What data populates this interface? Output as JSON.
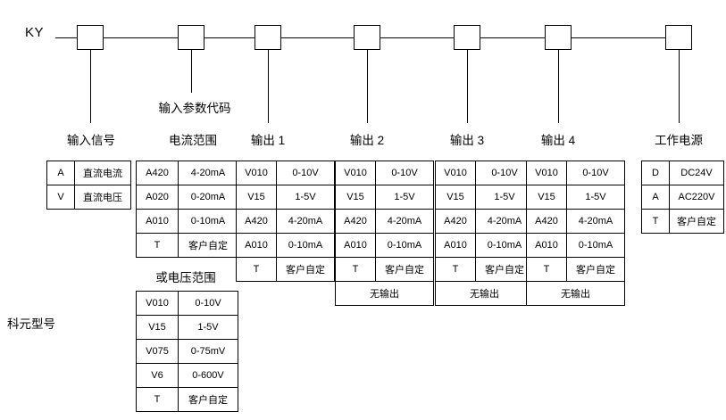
{
  "model": {
    "prefix": "KY",
    "bottom_note": "科元型号"
  },
  "groups": [
    {
      "id": "input-signal",
      "title": "输入信号",
      "rows": [
        [
          "A",
          "直流电流"
        ],
        [
          "V",
          "直流电压"
        ]
      ]
    },
    {
      "id": "input-param-code",
      "title_top": "输入参数代码",
      "title": "电流范围",
      "rows": [
        [
          "A420",
          "4-20mA"
        ],
        [
          "A020",
          "0-20mA"
        ],
        [
          "A010",
          "0-10mA"
        ],
        [
          "T",
          "客户自定"
        ]
      ],
      "sub_title": "或电压范围",
      "sub_rows": [
        [
          "V010",
          "0-10V"
        ],
        [
          "V15",
          "1-5V"
        ],
        [
          "V075",
          "0-75mV"
        ],
        [
          "V6",
          "0-600V"
        ],
        [
          "T",
          "客户自定"
        ]
      ]
    },
    {
      "id": "output-1",
      "title": "输出 1",
      "rows": [
        [
          "V010",
          "0-10V"
        ],
        [
          "V15",
          "1-5V"
        ],
        [
          "A420",
          "4-20mA"
        ],
        [
          "A010",
          "0-10mA"
        ],
        [
          "T",
          "客户自定"
        ]
      ]
    },
    {
      "id": "output-2",
      "title": "输出 2",
      "rows": [
        [
          "V010",
          "0-10V"
        ],
        [
          "V15",
          "1-5V"
        ],
        [
          "A420",
          "4-20mA"
        ],
        [
          "A010",
          "0-10mA"
        ],
        [
          "T",
          "客户自定"
        ]
      ],
      "span_row": "无输出"
    },
    {
      "id": "output-3",
      "title": "输出 3",
      "rows": [
        [
          "V010",
          "0-10V"
        ],
        [
          "V15",
          "1-5V"
        ],
        [
          "A420",
          "4-20mA"
        ],
        [
          "A010",
          "0-10mA"
        ],
        [
          "T",
          "客户自定"
        ]
      ],
      "span_row": "无输出"
    },
    {
      "id": "output-4",
      "title": "输出 4",
      "rows": [
        [
          "V010",
          "0-10V"
        ],
        [
          "V15",
          "1-5V"
        ],
        [
          "A420",
          "4-20mA"
        ],
        [
          "A010",
          "0-10mA"
        ],
        [
          "T",
          "客户自定"
        ]
      ],
      "span_row": "无输出"
    },
    {
      "id": "power-supply",
      "title": "工作电源",
      "rows": [
        [
          "D",
          "DC24V"
        ],
        [
          "A",
          "AC220V"
        ],
        [
          "T",
          "客户自定"
        ]
      ]
    }
  ]
}
